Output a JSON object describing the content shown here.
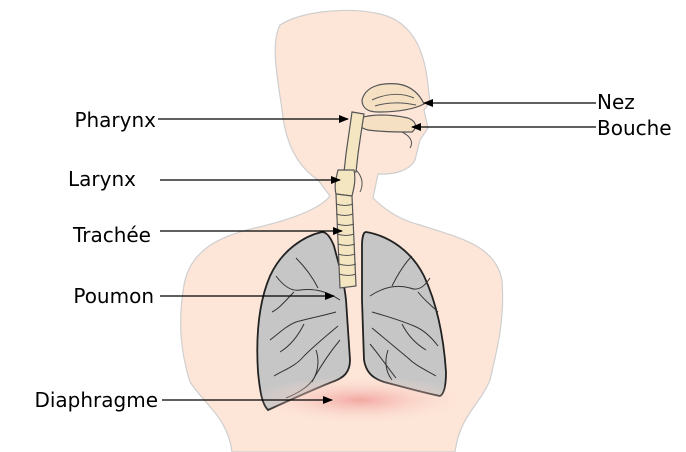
{
  "labels": {
    "left": [
      "Pharynx",
      "Larynx",
      "Trachée",
      "Poumon",
      "Diaphragme"
    ],
    "right": [
      "Nez",
      "Bouche"
    ]
  },
  "colors": {
    "skin": "#fde5d8",
    "skin_outline": "#c8c8c8",
    "lung_fill": "#c6c6c6",
    "lung_outline": "#222222",
    "airway": "#f5e6c2",
    "diaphragm": "#f2a7a2",
    "arrow": "#000000"
  }
}
